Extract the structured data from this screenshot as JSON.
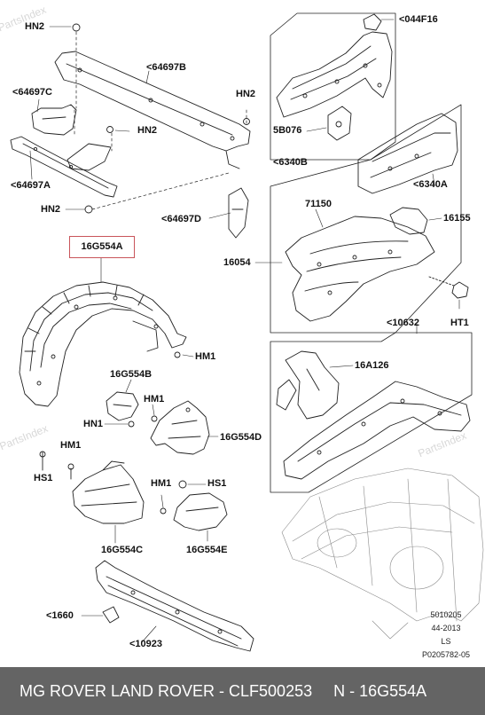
{
  "diagram": {
    "highlight_label": "16G554A",
    "labels": {
      "hn2_top": "HN2",
      "p64697b": "<64697B",
      "p64697c": "<64697C",
      "hn2_mid": "HN2",
      "hn2_right": "HN2",
      "p64697a": "<64697A",
      "hn2_bottom": "HN2",
      "p64697d": "<64697D",
      "p044f16": "<044F16",
      "p5b076": "5B076",
      "p6340b": "<6340B",
      "p6340a": "<6340A",
      "p71150": "71150",
      "p16155": "16155",
      "p16054": "16054",
      "ht1": "HT1",
      "p10632": "<10632",
      "hm1_a": "HM1",
      "p16g554b": "16G554B",
      "p16a126": "16A126",
      "hm1_b": "HM1",
      "hn1": "HN1",
      "p16g554d": "16G554D",
      "hm1_c": "HM1",
      "hs1_left": "HS1",
      "hm1_d": "HM1",
      "hs1_right": "HS1",
      "p16g554c": "16G554C",
      "p16g554e": "16G554E",
      "p1660": "<1660",
      "p10923": "<10923"
    },
    "reference": {
      "line1": "5010205",
      "line2": "44-2013",
      "line3": "LS",
      "line4": "P0205782-05"
    },
    "watermark": "PartsIndex"
  },
  "footer": {
    "left": "MG ROVER LAND ROVER - CLF500253",
    "right": "N - 16G554A"
  }
}
